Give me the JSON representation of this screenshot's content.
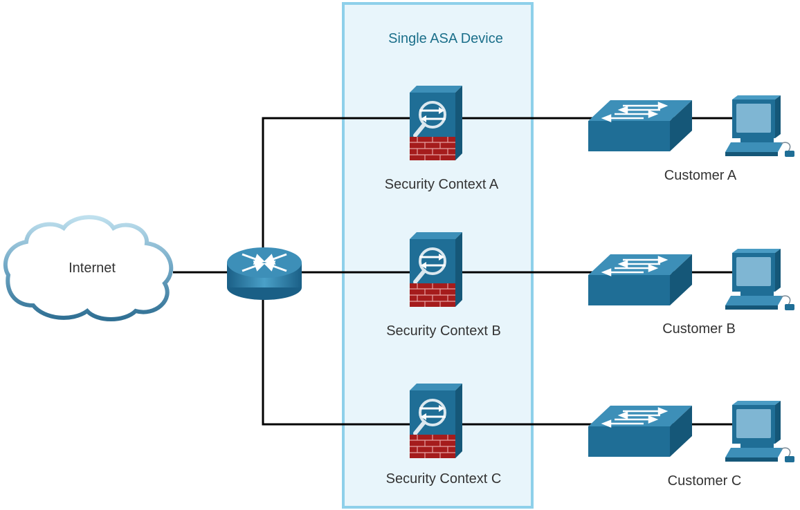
{
  "diagram": {
    "container_label": "Single ASA Device",
    "cloud_label": "Internet",
    "contexts": [
      {
        "label": "Security Context A"
      },
      {
        "label": "Security Context B"
      },
      {
        "label": "Security Context C"
      }
    ],
    "customers": [
      {
        "label": "Customer A"
      },
      {
        "label": "Customer B"
      },
      {
        "label": "Customer C"
      }
    ],
    "colors": {
      "container_fill": "#e8f5fb",
      "container_border": "#8ed0ea",
      "device_blue": "#1f6e96",
      "device_blue_light": "#3d8fb8",
      "brick_red": "#a51c1c",
      "line": "#000000",
      "label": "#333333",
      "title": "#1b6f8a"
    }
  }
}
